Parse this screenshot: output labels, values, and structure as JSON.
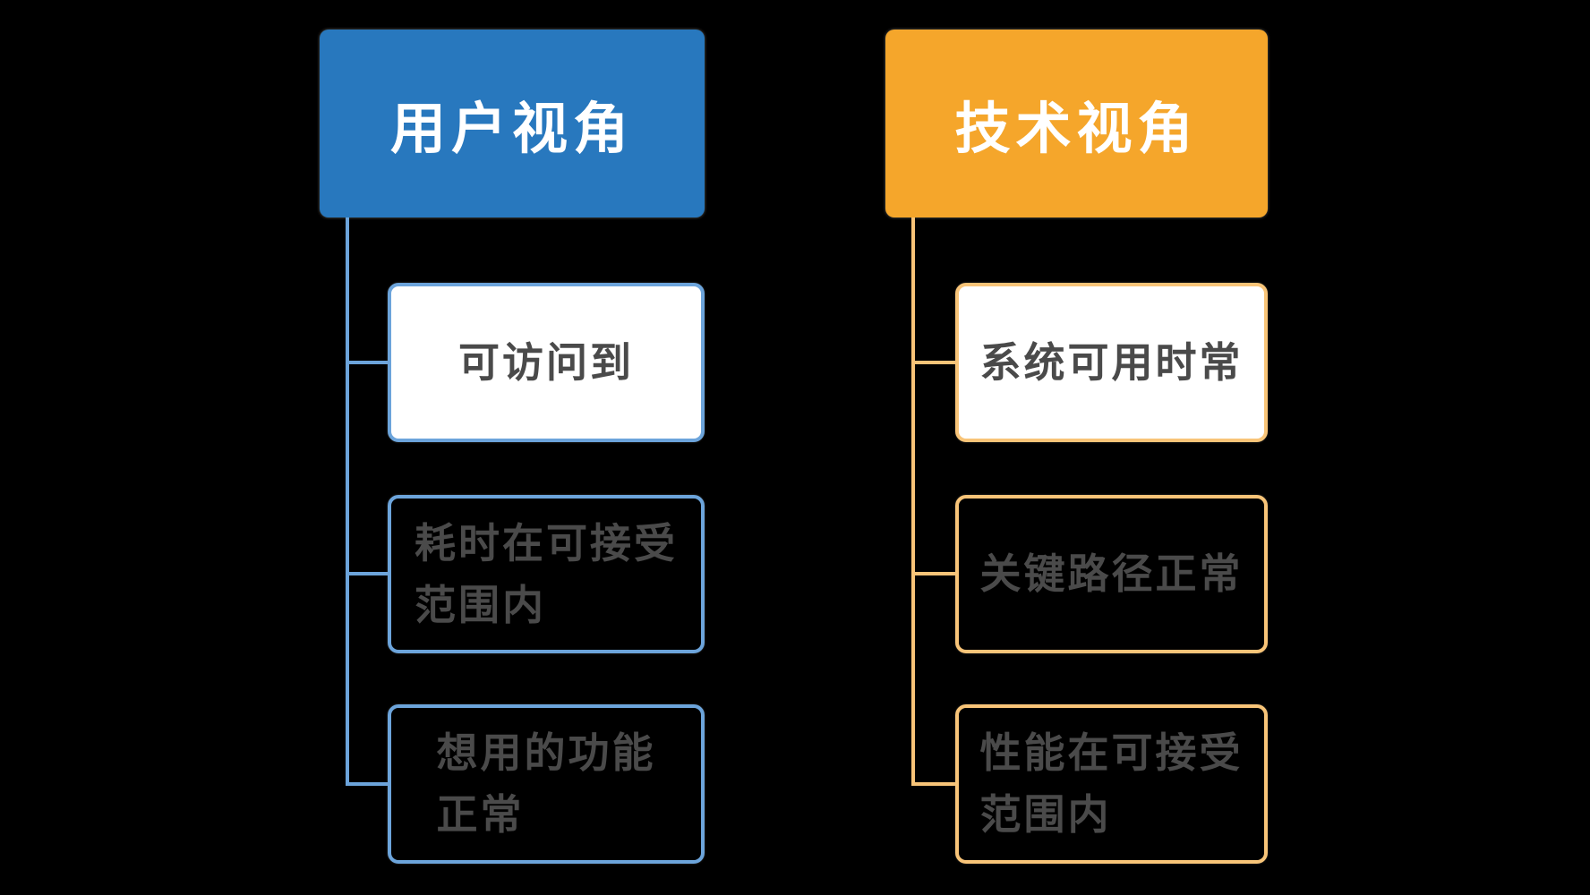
{
  "colors": {
    "background": "#000000",
    "header_blue": "#2878BE",
    "header_orange": "#F5A62B",
    "line_blue": "#6CA4DB",
    "line_orange": "#F8C478",
    "header_text": "#FFFFFF",
    "node_text": "#4A4A4A",
    "node_fill": "#FFFFFF"
  },
  "diagram": {
    "columns": [
      {
        "header": {
          "label": "用户视角"
        },
        "children": [
          {
            "label": "可访问到",
            "filled": true
          },
          {
            "label": "耗时在可接受\n范围内",
            "filled": false
          },
          {
            "label": "想用的功能\n正常",
            "filled": false
          }
        ]
      },
      {
        "header": {
          "label": "技术视角"
        },
        "children": [
          {
            "label": "系统可用时常",
            "filled": true
          },
          {
            "label": "关键路径正常",
            "filled": false
          },
          {
            "label": "性能在可接受\n范围内",
            "filled": false
          }
        ]
      }
    ]
  }
}
